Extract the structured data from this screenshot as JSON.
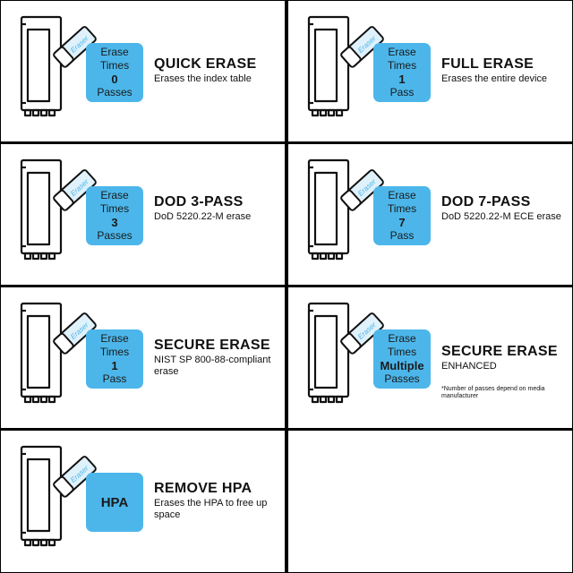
{
  "colors": {
    "badge": "#4cb6ea",
    "grid_lines": "#000000",
    "background": "#ffffff"
  },
  "icons": {
    "drive": "ssd-eraser-icon"
  },
  "cells": [
    {
      "badge_lines": [
        "Erase",
        "Times",
        "0",
        "Passes"
      ],
      "title": "QUICK ERASE",
      "desc": "Erases the index table",
      "note": "",
      "eraser_text": "Eraser"
    },
    {
      "badge_lines": [
        "Erase",
        "Times",
        "1",
        "Pass"
      ],
      "title": "FULL ERASE",
      "desc": "Erases the entire device",
      "note": "",
      "eraser_text": "Eraser"
    },
    {
      "badge_lines": [
        "Erase",
        "Times",
        "3",
        "Passes"
      ],
      "title": "DOD 3-PASS",
      "desc": "DoD 5220.22-M erase",
      "note": "",
      "eraser_text": "Eraser"
    },
    {
      "badge_lines": [
        "Erase",
        "Times",
        "7",
        "Pass"
      ],
      "title": "DOD 7-PASS",
      "desc": "DoD 5220.22-M ECE erase",
      "note": "",
      "eraser_text": "Eraser"
    },
    {
      "badge_lines": [
        "Erase",
        "Times",
        "1",
        "Pass"
      ],
      "title": "SECURE ERASE",
      "desc": "NIST SP 800-88-compliant erase",
      "note": "",
      "eraser_text": "Eraser"
    },
    {
      "badge_lines": [
        "Erase",
        "Times",
        "Multiple",
        "Passes"
      ],
      "title": "SECURE ERASE",
      "desc": "ENHANCED",
      "note": "*Number of passes depend on media manufacturer",
      "eraser_text": "Eraser"
    },
    {
      "badge_lines": [
        "HPA"
      ],
      "title": "REMOVE HPA",
      "desc": "Erases the HPA to free up space",
      "note": "",
      "eraser_text": "Eraser"
    }
  ]
}
